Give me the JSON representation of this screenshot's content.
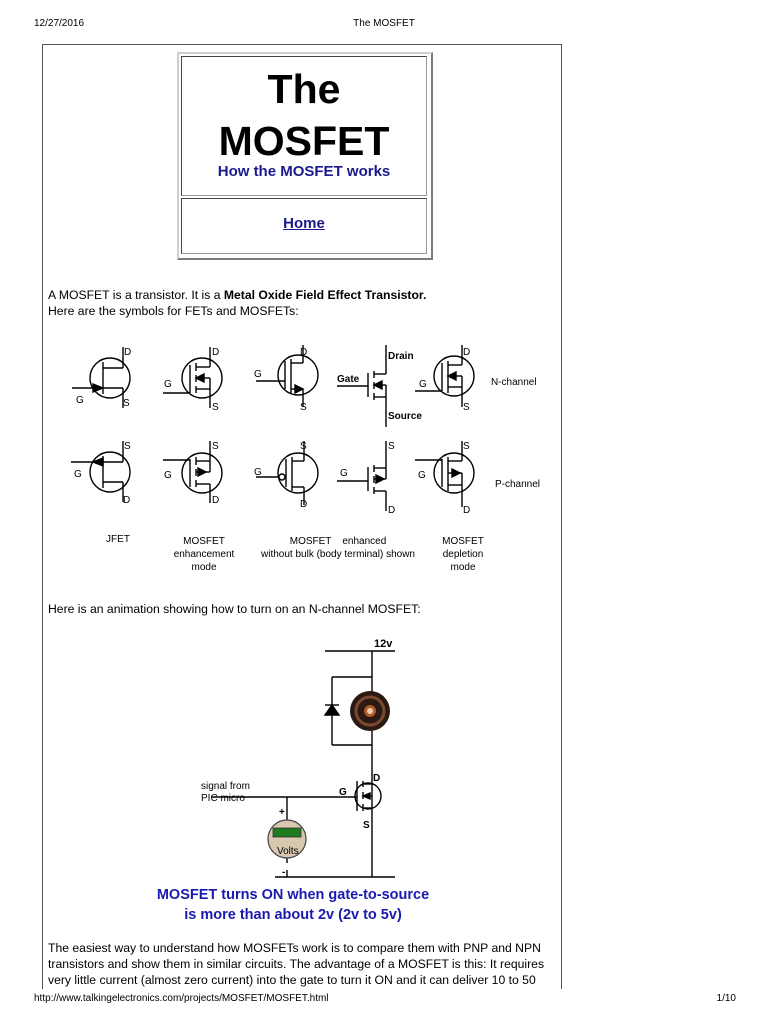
{
  "print_header": {
    "date": "12/27/2016",
    "title": "The MOSFET"
  },
  "print_footer": {
    "url": "http://www.talkingelectronics.com/projects/MOSFET/MOSFET.html",
    "page": "1/10"
  },
  "title_box": {
    "heading": "The MOSFET",
    "subtitle": "How the MOSFET works",
    "home_link": "Home"
  },
  "intro": {
    "line1_prefix": "A MOSFET is a transistor. It is a ",
    "line1_bold": "Metal Oxide Field Effect Transistor.",
    "line2": "Here are the symbols for FETs and MOSFETs:"
  },
  "symbols": {
    "pin_labels": {
      "drain": "D",
      "source": "S",
      "gate": "G",
      "drain_word": "Drain",
      "gate_word": "Gate",
      "source_word": "Source"
    },
    "row_labels": {
      "n_channel": "N-channel",
      "p_channel": "P-channel"
    },
    "col_labels": {
      "jfet": "JFET",
      "mosfet_enh": "MOSFET\nenhancement\nmode",
      "mosfet_nobulk": "MOSFET    enhanced\nwithout bulk (body terminal) shown",
      "mosfet_dep": "MOSFET\ndepletion\nmode"
    }
  },
  "animation_intro": "Here is an animation showing how to turn on an N-channel MOSFET:",
  "circuit": {
    "supply": "12v",
    "signal_label": "signal from\nPIC micro",
    "plus": "+",
    "minus": "-",
    "meter_label": "Volts",
    "pins": {
      "d": "D",
      "g": "G",
      "s": "S"
    }
  },
  "caption": {
    "line1": "MOSFET turns ON when gate-to-source",
    "line2": "is more than about 2v (2v to 5v)"
  },
  "body_text": "The easiest way to understand how MOSFETs work is to compare them with PNP and NPN transistors and show them in similar circuits.  The advantage of a MOSFET is this: It requires very little current (almost zero current) into the gate to turn it ON and it can deliver 10 to 50"
}
